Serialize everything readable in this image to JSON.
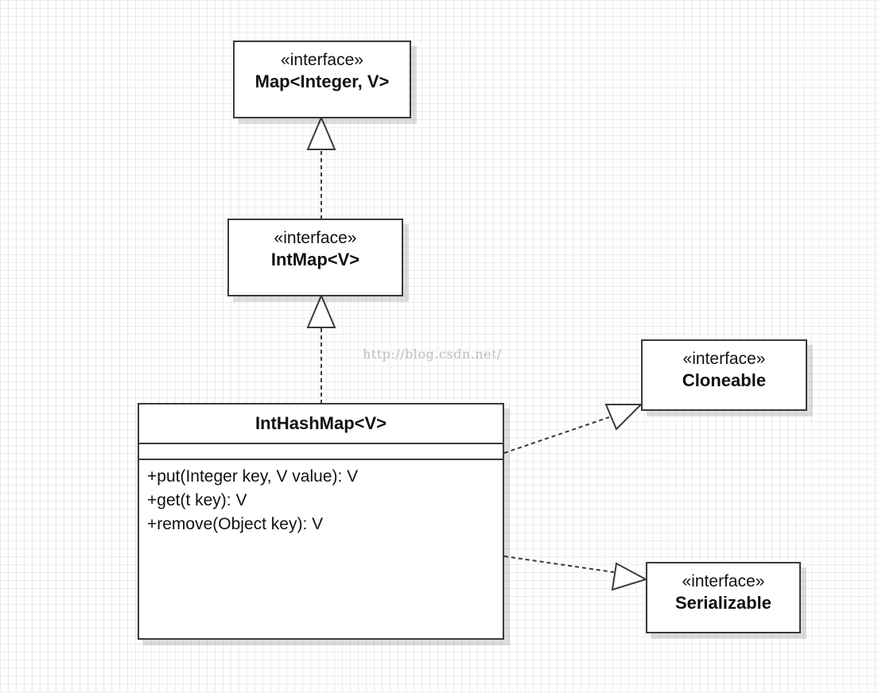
{
  "watermark": "http://blog.csdn.net/",
  "interfaces": {
    "map": {
      "stereotype": "«interface»",
      "name": "Map<Integer, V>"
    },
    "intmap": {
      "stereotype": "«interface»",
      "name": "IntMap<V>"
    },
    "cloneable": {
      "stereotype": "«interface»",
      "name": "Cloneable"
    },
    "serializable": {
      "stereotype": "«interface»",
      "name": "Serializable"
    }
  },
  "class": {
    "name": "IntHashMap<V>",
    "operations": [
      "+put(Integer key, V value): V",
      "+get(t key): V",
      "+remove(Object key): V"
    ]
  },
  "relations": [
    {
      "from": "IntMap<V>",
      "to": "Map<Integer, V>",
      "type": "realization"
    },
    {
      "from": "IntHashMap<V>",
      "to": "IntMap<V>",
      "type": "realization"
    },
    {
      "from": "IntHashMap<V>",
      "to": "Cloneable",
      "type": "realization"
    },
    {
      "from": "IntHashMap<V>",
      "to": "Serializable",
      "type": "realization"
    }
  ],
  "colors": {
    "line": "#3a3a3a",
    "grid": "#ececec",
    "background": "#ffffff"
  }
}
